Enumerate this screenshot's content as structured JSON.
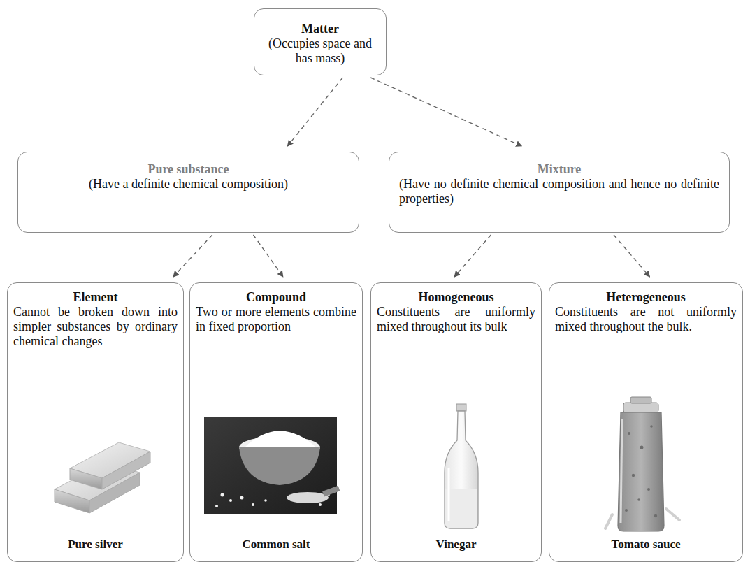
{
  "diagram": {
    "nodes": [
      {
        "text": [
          "Matter",
          "(Occupies space and has mass)"
        ]
      },
      {
        "text": [
          "Pure substance",
          "(Have a definite chemical composition)"
        ]
      },
      {
        "text": [
          "Mixture",
          "(Have no definite chemical composition and hence no definite properties)"
        ]
      },
      {
        "text": [
          "Element",
          "Cannot be broken down into simpler substances by ordinary chemical changes",
          "Pure silver"
        ]
      },
      {
        "text": [
          "Compound",
          "Two or more elements combine in fixed proportion",
          "Common salt"
        ]
      },
      {
        "text": [
          "Homogeneous",
          "Constituents are uniformly mixed throughout its bulk",
          "Vinegar"
        ]
      },
      {
        "text": [
          "Heterogeneous",
          "Constituents are not uniformly mixed throughout the bulk.",
          "Tomato sauce"
        ]
      }
    ],
    "edges": [
      {
        "from": 0,
        "to": 1,
        "arrow": "to"
      },
      {
        "from": 0,
        "to": 2,
        "arrow": "to"
      },
      {
        "from": 1,
        "to": 3,
        "arrow": "to"
      },
      {
        "from": 1,
        "to": 4,
        "arrow": "to"
      },
      {
        "from": 2,
        "to": 5,
        "arrow": "to"
      },
      {
        "from": 2,
        "to": 6,
        "arrow": "to"
      }
    ]
  }
}
